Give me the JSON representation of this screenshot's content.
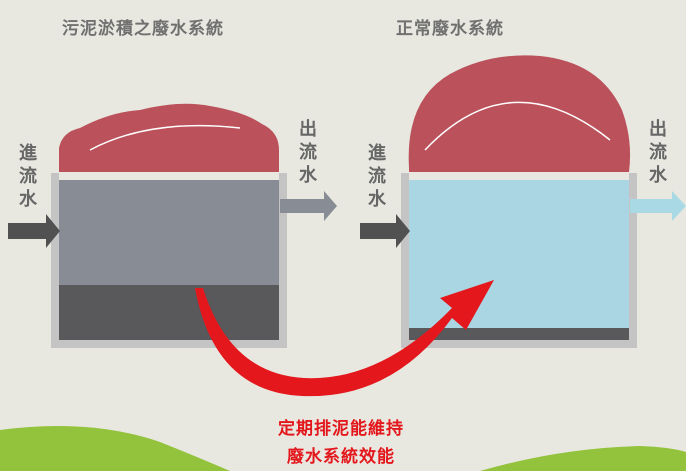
{
  "left_system": {
    "title": "污泥淤積之廢水系統",
    "inflow_label": "進\n流\n水",
    "outflow_label": "出\n流\n水"
  },
  "right_system": {
    "title": "正常廢水系統",
    "inflow_label": "進\n流\n水",
    "outflow_label": "出\n流\n水"
  },
  "caption": {
    "line1": "定期排泥能維持",
    "line2": "廢水系統效能"
  },
  "colors": {
    "background": "#e8e8e1",
    "tank_wall": "#c4c4c4",
    "sludge_cap": "#bb525b",
    "polluted_water": "#888c94",
    "sludge_layer": "#59595b",
    "clean_water": "#a9d6e2",
    "arrow_dark": "#515151",
    "arrow_light": "#a9d9e4",
    "curved_arrow": "#e3171c",
    "ground": "#93c23c"
  }
}
